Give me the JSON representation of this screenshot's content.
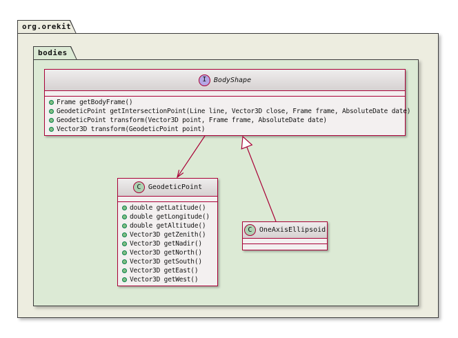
{
  "diagram": {
    "type": "uml-class-diagram",
    "packages": {
      "outer": {
        "name": "org.orekit"
      },
      "inner": {
        "name": "bodies"
      }
    },
    "classes": {
      "bodyshape": {
        "kind": "interface",
        "stereotype_letter": "I",
        "name": "BodyShape",
        "methods": [
          "Frame getBodyFrame()",
          "GeodeticPoint getIntersectionPoint(Line line, Vector3D close, Frame frame, AbsoluteDate date)",
          "GeodeticPoint transform(Vector3D point, Frame frame, AbsoluteDate date)",
          "Vector3D transform(GeodeticPoint point)"
        ]
      },
      "geodeticpoint": {
        "kind": "class",
        "stereotype_letter": "C",
        "name": "GeodeticPoint",
        "methods": [
          "double getLatitude()",
          "double getLongitude()",
          "double getAltitude()",
          "Vector3D getZenith()",
          "Vector3D getNadir()",
          "Vector3D getNorth()",
          "Vector3D getSouth()",
          "Vector3D getEast()",
          "Vector3D getWest()"
        ]
      },
      "oneaxisellipsoid": {
        "kind": "class",
        "stereotype_letter": "C",
        "name": "OneAxisEllipsoid",
        "methods": []
      }
    },
    "relations": [
      {
        "from": "BodyShape",
        "to": "GeodeticPoint",
        "type": "directed-association"
      },
      {
        "from": "OneAxisEllipsoid",
        "to": "BodyShape",
        "type": "generalization"
      }
    ],
    "colors": {
      "class_border": "#A80036",
      "interface_circle": "#B4A7E5",
      "class_circle": "#ADD1B2",
      "method_visibility_dot": "#84BE84",
      "inner_package_bg": "#DCEAD5",
      "outer_package_bg": "#EDEDE0"
    }
  }
}
